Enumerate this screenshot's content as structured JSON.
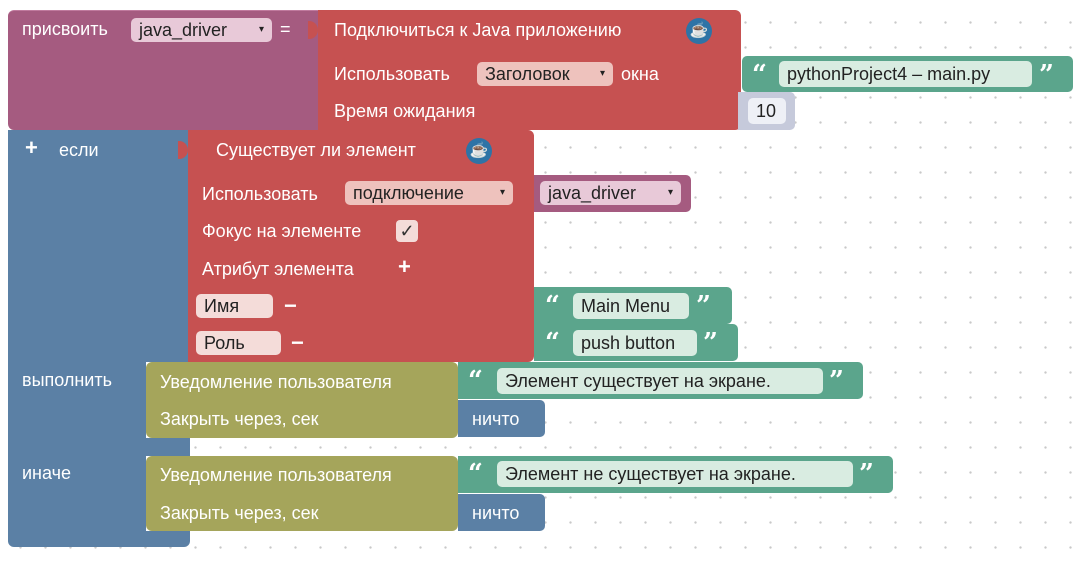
{
  "assign": {
    "label": "присвоить",
    "variable": "java_driver",
    "equals": "="
  },
  "connect": {
    "title": "Подключиться к Java приложению",
    "use_label": "Использовать",
    "use_value": "Заголовок",
    "window_label": "окна",
    "window_title": "pythonProject4 – main.py",
    "timeout_label": "Время ожидания",
    "timeout_value": "10",
    "icon": "java-cup-icon"
  },
  "if_block": {
    "if_label": "если",
    "do_label": "выполнить",
    "else_label": "иначе"
  },
  "exists": {
    "title": "Существует ли элемент",
    "use_label": "Использовать",
    "use_value": "подключение",
    "connection_var": "java_driver",
    "focus_label": "Фокус на элементе",
    "focus_checked": "✓",
    "attr_label": "Атрибут элемента",
    "attr_name_label": "Имя",
    "attr_name_value": "Main Menu",
    "attr_role_label": "Роль",
    "attr_role_value": "push button"
  },
  "notify_do": {
    "title": "Уведомление пользователя",
    "message": "Элемент существует на экране.",
    "close_label": "Закрыть через, сек",
    "close_value": "ничто"
  },
  "notify_else": {
    "title": "Уведомление пользователя",
    "message": "Элемент не существует на экране.",
    "close_label": "Закрыть через, сек",
    "close_value": "ничто"
  },
  "symbols": {
    "plus": "+",
    "minus": "−",
    "arrow": "▾",
    "quote_open": "“",
    "quote_close": "”",
    "java": "☕"
  },
  "colors": {
    "variable": "#a55b80",
    "java": "#c65151",
    "logic": "#5b80a5",
    "text": "#5ba58c",
    "math": "#c6cadb",
    "notify": "#a5a55b"
  }
}
